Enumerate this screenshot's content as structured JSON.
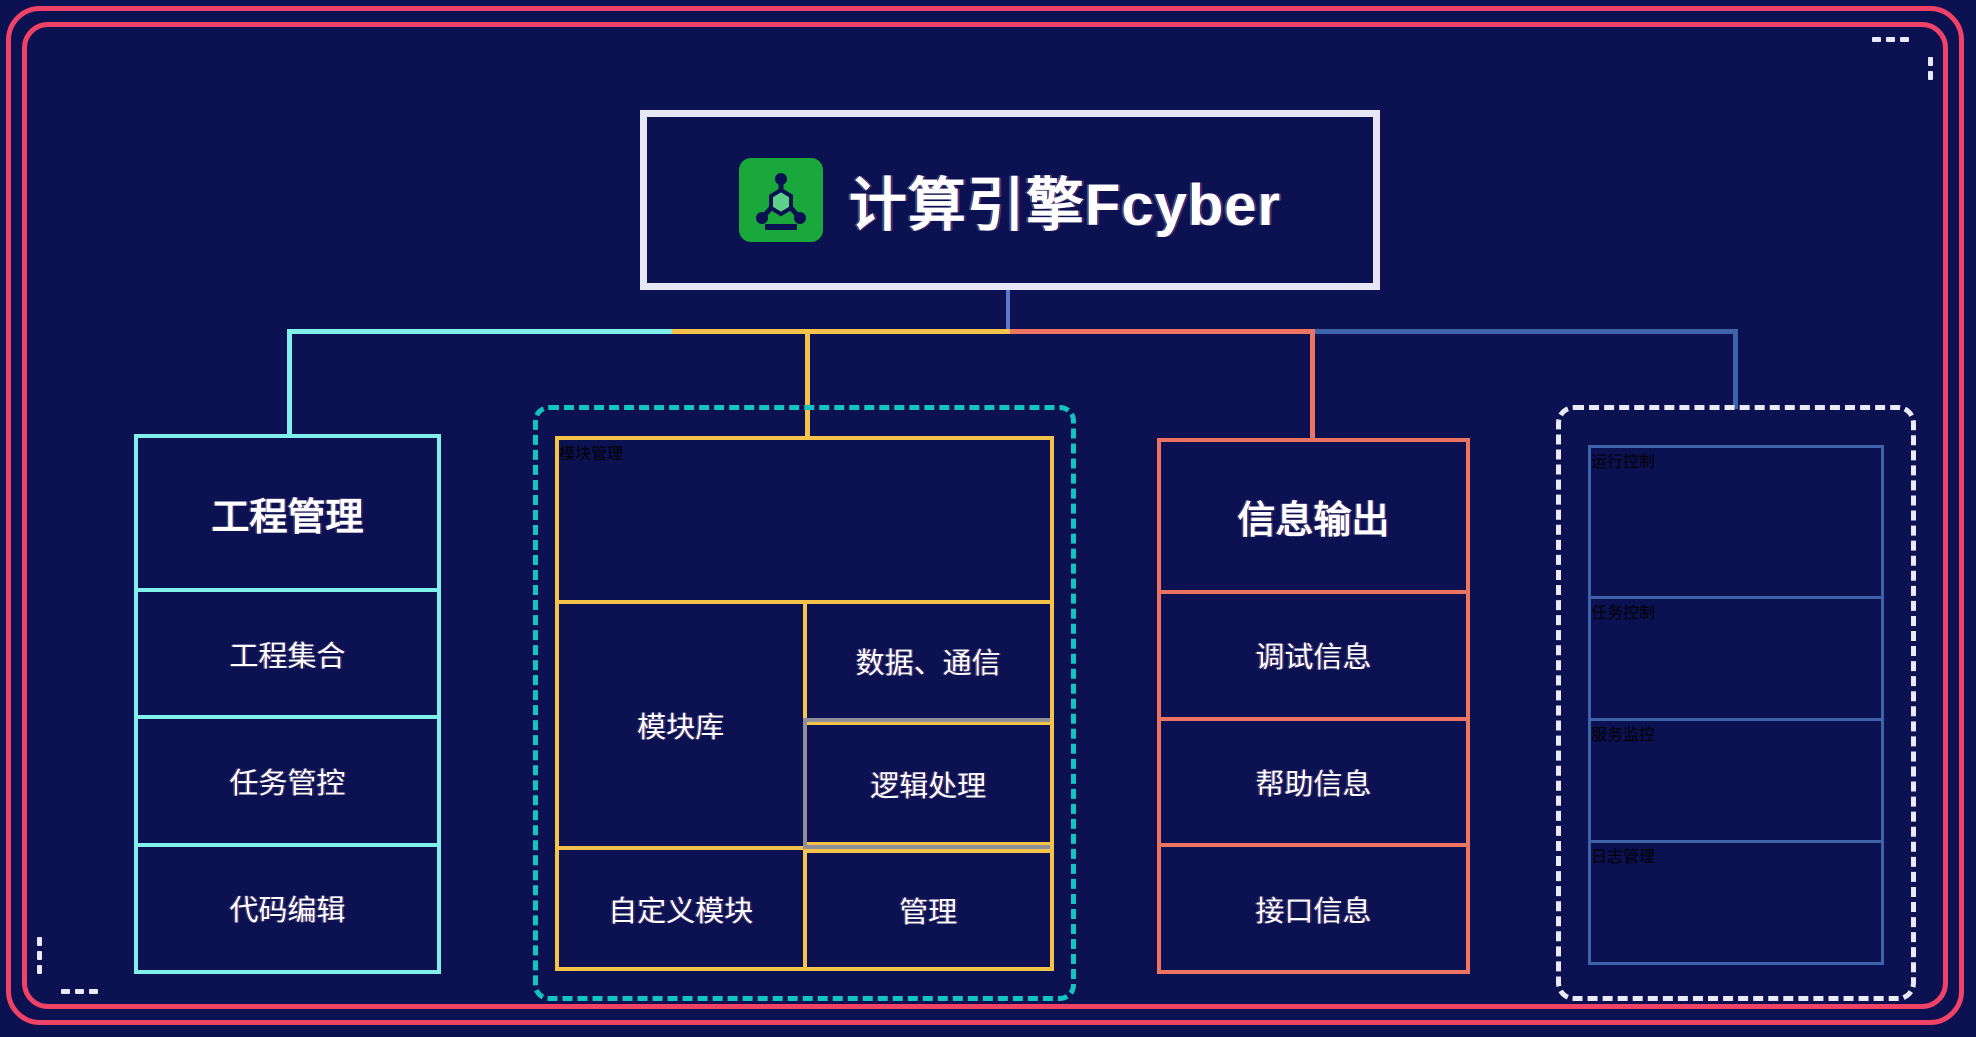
{
  "app": {
    "title": "计算引擎Fcyber",
    "brand_icon": "molecule-node-icon",
    "brand_icon_color": "#1aa83c",
    "background_color": "#0c1151",
    "frame_color": "#ef4266"
  },
  "connectors": {
    "stem_color": "#5e79c7",
    "segments": [
      {
        "name": "bus-segment-cyan",
        "color": "#7ff0ea"
      },
      {
        "name": "bus-segment-gold",
        "color": "#f5c24a"
      },
      {
        "name": "bus-segment-salmon",
        "color": "#ec7460"
      },
      {
        "name": "bus-segment-blue",
        "color": "#3d63a8"
      }
    ]
  },
  "columns": [
    {
      "id": "project-management",
      "header": "工程管理",
      "accent": "#7ff0ea",
      "style": "solid",
      "items": [
        "工程集合",
        "任务管控",
        "代码编辑"
      ]
    },
    {
      "id": "module-management",
      "header": "模块管理",
      "accent": "#f5c24a",
      "outline": "#12c4c4",
      "style": "dashed-wrapper",
      "library_label": "模块库",
      "custom_label": "自定义模块",
      "right_items": [
        "数据、通信",
        "逻辑处理",
        "管理"
      ],
      "highlight_index": 1,
      "highlight_color": "#8e9099"
    },
    {
      "id": "information-output",
      "header": "信息输出",
      "accent": "#ec7460",
      "style": "solid",
      "items": [
        "调试信息",
        "帮助信息",
        "接口信息"
      ]
    },
    {
      "id": "runtime-control",
      "header": "运行控制",
      "accent": "#3d63a8",
      "outline": "#eaeaf6",
      "style": "dashed-wrapper",
      "items": [
        "任务控制",
        "服务监控",
        "日志管理"
      ]
    }
  ]
}
